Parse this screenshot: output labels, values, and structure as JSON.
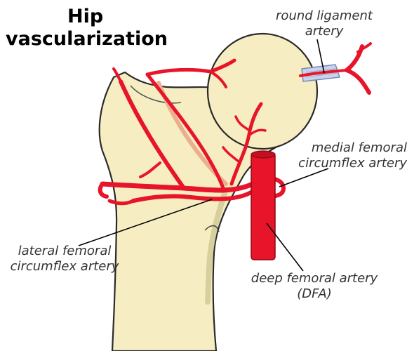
{
  "title": {
    "line1": "Hip",
    "line2": "vascularization"
  },
  "labels": {
    "round_ligament": [
      "round ligament",
      "artery"
    ],
    "medial_femoral": [
      "medial femoral",
      "circumflex artery"
    ],
    "lateral_femoral": [
      "lateral femoral",
      "circumflex artery"
    ],
    "deep_femoral": [
      "deep femoral artery",
      "(DFA)"
    ]
  },
  "colors": {
    "bone": "#f6eec2",
    "bone_outline": "#2a2a2a",
    "artery": "#e8142a",
    "artery_dark": "#8a0a16",
    "retinacular_vessel": "#e9b08e",
    "ligament": "#c9d3ec",
    "leader_line": "#000000"
  }
}
